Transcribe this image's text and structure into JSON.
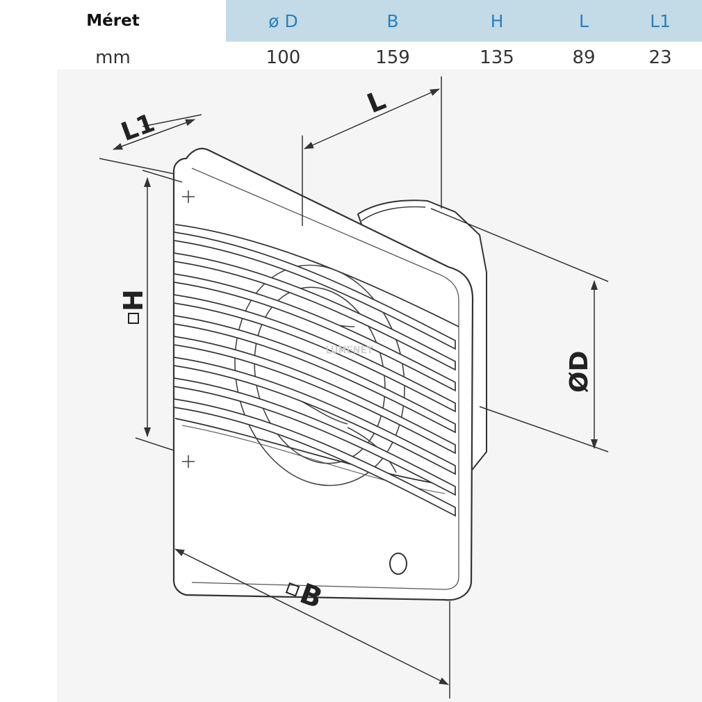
{
  "table": {
    "row_label_header": "Méret",
    "columns": [
      "ø D",
      "B",
      "H",
      "L",
      "L1"
    ],
    "unit": "mm",
    "values": [
      "100",
      "159",
      "135",
      "89",
      "23"
    ]
  },
  "diagram": {
    "labels": {
      "L1": "L1",
      "L": "L",
      "H": "H",
      "D": "ØD",
      "B": "B"
    },
    "watermark": "LUMENET"
  }
}
